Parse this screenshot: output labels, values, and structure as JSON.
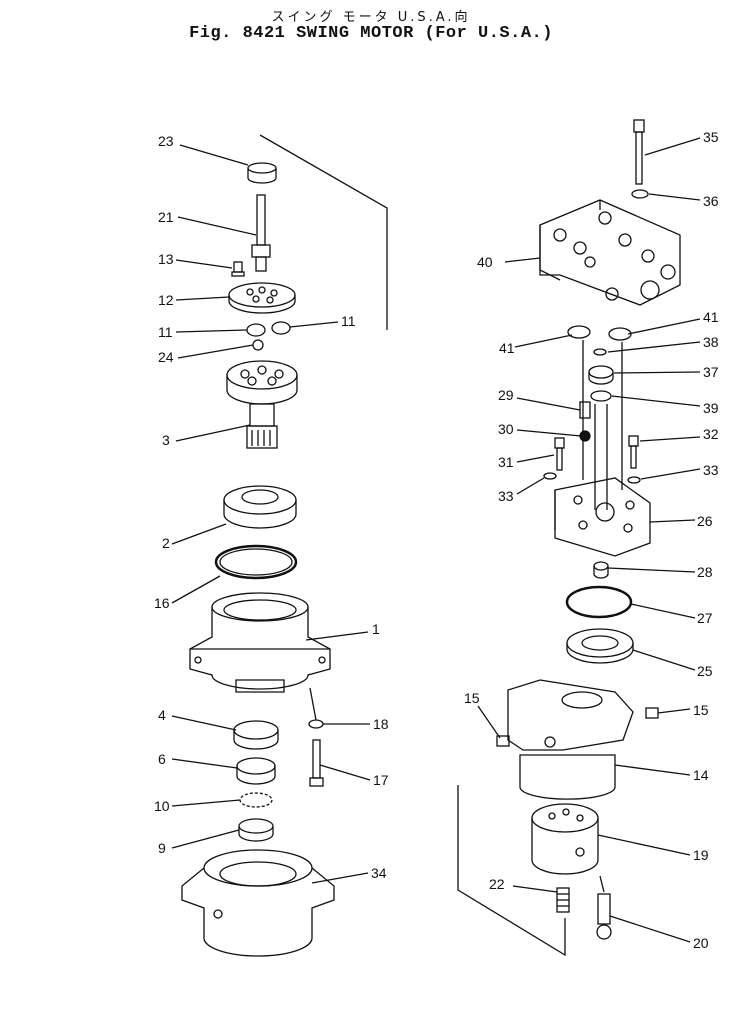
{
  "header": {
    "japanese_title": "スイング モータ U.S.A.向",
    "title": "Fig. 8421  SWING MOTOR (For U.S.A.)"
  },
  "callouts": [
    "23",
    "21",
    "13",
    "12",
    "11",
    "11",
    "24",
    "3",
    "2",
    "16",
    "1",
    "4",
    "18",
    "6",
    "17",
    "10",
    "9",
    "34",
    "35",
    "36",
    "40",
    "41",
    "41",
    "38",
    "37",
    "29",
    "39",
    "30",
    "32",
    "31",
    "33",
    "33",
    "26",
    "28",
    "27",
    "25",
    "15",
    "15",
    "14",
    "19",
    "22",
    "20"
  ],
  "icons": [
    "exploded-parts-drawing"
  ]
}
